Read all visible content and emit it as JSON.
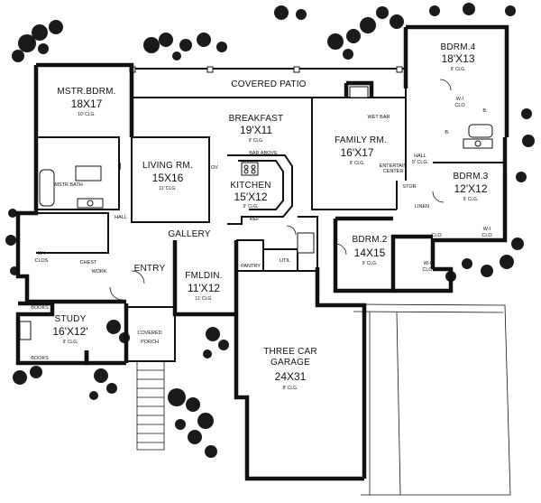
{
  "rooms": {
    "covered_patio": {
      "name": "COVERED PATIO"
    },
    "master_bedroom": {
      "name": "MSTR.BDRM.",
      "dims": "18X17",
      "ceiling": "10' CLG."
    },
    "breakfast": {
      "name": "BREAKFAST",
      "dims": "19'X11",
      "ceiling": "9' CLG."
    },
    "family_room": {
      "name": "FAMILY RM.",
      "dims": "16'X17",
      "ceiling": "9' CLG."
    },
    "bedroom_4": {
      "name": "BDRM.4",
      "dims": "18'X13",
      "ceiling": "9' CLG."
    },
    "living_room": {
      "name": "LIVING RM.",
      "dims": "15X16",
      "ceiling": "11' CLG."
    },
    "kitchen": {
      "name": "KITCHEN",
      "dims": "15'X12",
      "ceiling": "9' CLG."
    },
    "master_bath": {
      "name": "MSTR BATH"
    },
    "bedroom_3": {
      "name": "BDRM.3",
      "dims": "12'X12",
      "ceiling": "9' CLG."
    },
    "bedroom_2": {
      "name": "BDRM.2",
      "dims": "14X15",
      "ceiling": "9' CLG."
    },
    "gallery": {
      "name": "GALLERY"
    },
    "entry": {
      "name": "ENTRY"
    },
    "formal_dining": {
      "name": "FMLDIN.",
      "dims": "11'X12",
      "ceiling": "11' CLG."
    },
    "study": {
      "name": "STUDY",
      "dims": "16'X12'",
      "ceiling": "9' CLG."
    },
    "covered_porch": {
      "name_line1": "COVERED",
      "name_line2": "PORCH"
    },
    "garage": {
      "name_line1": "THREE CAR",
      "name_line2": "GARAGE",
      "dims": "24X31",
      "ceiling": "8' CLG."
    }
  },
  "labels": {
    "wet_bar": "WET BAR",
    "entertain_center_1": "ENTERTAIN",
    "entertain_center_2": "CENTER",
    "hall_right": "HALL",
    "hall_right_clg": "9' CLG.",
    "stor": "STOR",
    "linen": "LINEN",
    "pantry": "PANTRY",
    "util": "UTIL",
    "books_top": "BOOKS",
    "books_bottom": "BOOKS",
    "wi_clos": "W-I",
    "clos": "CLOS",
    "chest": "CHEST",
    "work": "WORK",
    "bar_above": "BAR ABOVE",
    "ref": "REF",
    "hall_left": "HALL",
    "clo_1": "CLO",
    "clo_2": "CLO",
    "clo_3": "CLO",
    "clo_4": "CLO",
    "wi_1": "W-I",
    "wi_2": "W-I",
    "wi_3": "W-I",
    "b1": "B.",
    "b2": "B.",
    "ov": "OV"
  }
}
